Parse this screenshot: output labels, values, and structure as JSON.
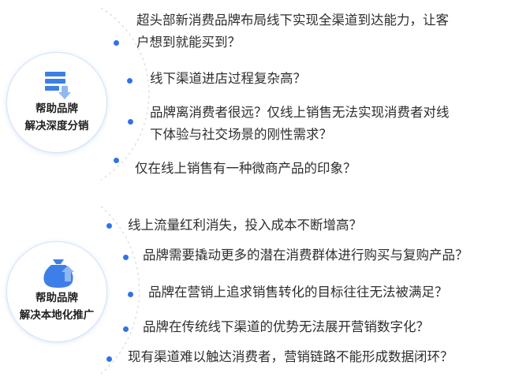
{
  "accent_color": "#2f74e6",
  "groups": [
    {
      "icon": "layers-arrow-icon",
      "title_line1": "帮助品牌",
      "title_line2": "解决深度分销",
      "items": [
        {
          "line1": "超头部新消费品牌布局线下实现全渠道到达能力，让客",
          "line2": "户想到就能买到？"
        },
        {
          "line1": "线下渠道进店过程复杂高？"
        },
        {
          "line1": "品牌离消费者很远？仅线上销售无法实现消费者对线",
          "line2": "下体验与社交场景的刚性需求？"
        },
        {
          "line1": "仅在线上销售有一种微商产品的印象？"
        }
      ]
    },
    {
      "icon": "money-bag-arrow-icon",
      "title_line1": "帮助品牌",
      "title_line2": "解决本地化推广",
      "items": [
        {
          "line1": "线上流量红利消失，投入成本不断增高？"
        },
        {
          "line1": "品牌需要撬动更多的潜在消费群体进行购买与复购产品？"
        },
        {
          "line1": "品牌在营销上追求销售转化的目标往往无法被满足？"
        },
        {
          "line1": "品牌在传统线下渠道的优势无法展开营销数字化？"
        },
        {
          "line1": "现有渠道难以触达消费者，营销链路不能形成数据闭环？"
        }
      ]
    }
  ]
}
